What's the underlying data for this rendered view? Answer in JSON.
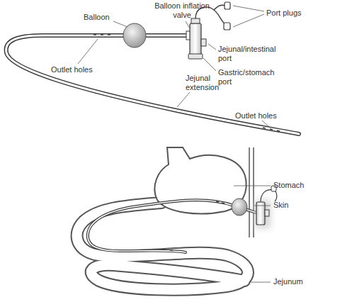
{
  "diagram": {
    "labels": [
      "Balloon inflation valve",
      "Port plugs",
      "Balloon",
      "Jejunal/intestinal port",
      "Outlet holes",
      "Gastric/stomach port",
      "Jejunal extension",
      "Outlet holes",
      "Stomach",
      "Skin",
      "Jejunum"
    ]
  }
}
